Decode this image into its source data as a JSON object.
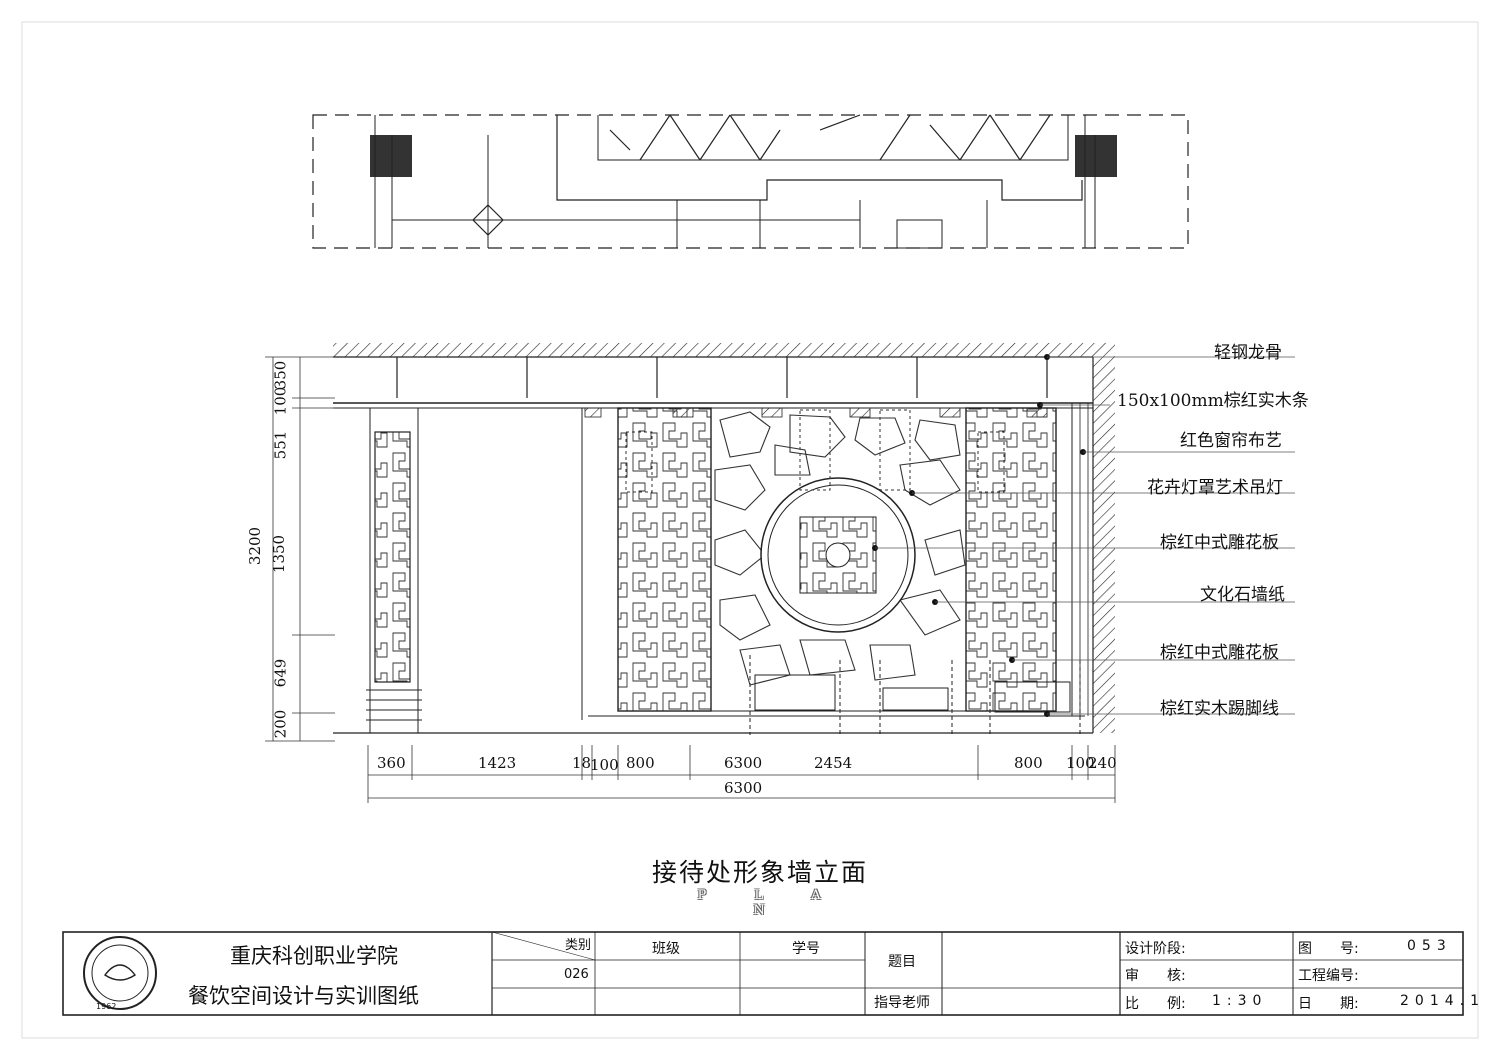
{
  "labels": {
    "light_steel_keel": "轻钢龙骨",
    "wood_strip": "150x100mm棕红实木条",
    "curtain": "红色窗帘布艺",
    "pendant_lamp": "花卉灯罩艺术吊灯",
    "carved_panel_1": "棕红中式雕花板",
    "stone_wallpaper": "文化石墙纸",
    "carved_panel_2": "棕红中式雕花板",
    "skirting": "棕红实木踢脚线"
  },
  "dims_horizontal": [
    "360",
    "1423",
    "18",
    "100",
    "800",
    "6300",
    "2454",
    "800",
    "100",
    "240"
  ],
  "dims_total": "6300",
  "dims_vertical": [
    "200",
    "649",
    "1350",
    "551",
    "100",
    "350"
  ],
  "dims_vertical_total": "3200",
  "drawing": {
    "title": "接待处形象墙立面",
    "subtitle": "P L A N"
  },
  "title_block": {
    "school": "重庆科创职业学院",
    "course": "餐饮空间设计与实训图纸",
    "category_label": "类别",
    "category_value": "026",
    "class_label": "班级",
    "student_no_label": "学号",
    "topic_label": "题目",
    "advisor_label": "指导老师",
    "design_stage_label": "设计阶段:",
    "review_label": "审　　核:",
    "scale_label": "比　　例:",
    "scale_value": "1:30",
    "sheet_no_label": "图　　号:",
    "sheet_no_value": "053",
    "project_no_label": "工程编号:",
    "date_label": "日　　期:",
    "date_value": "2014.1"
  },
  "seal_text": "1962"
}
